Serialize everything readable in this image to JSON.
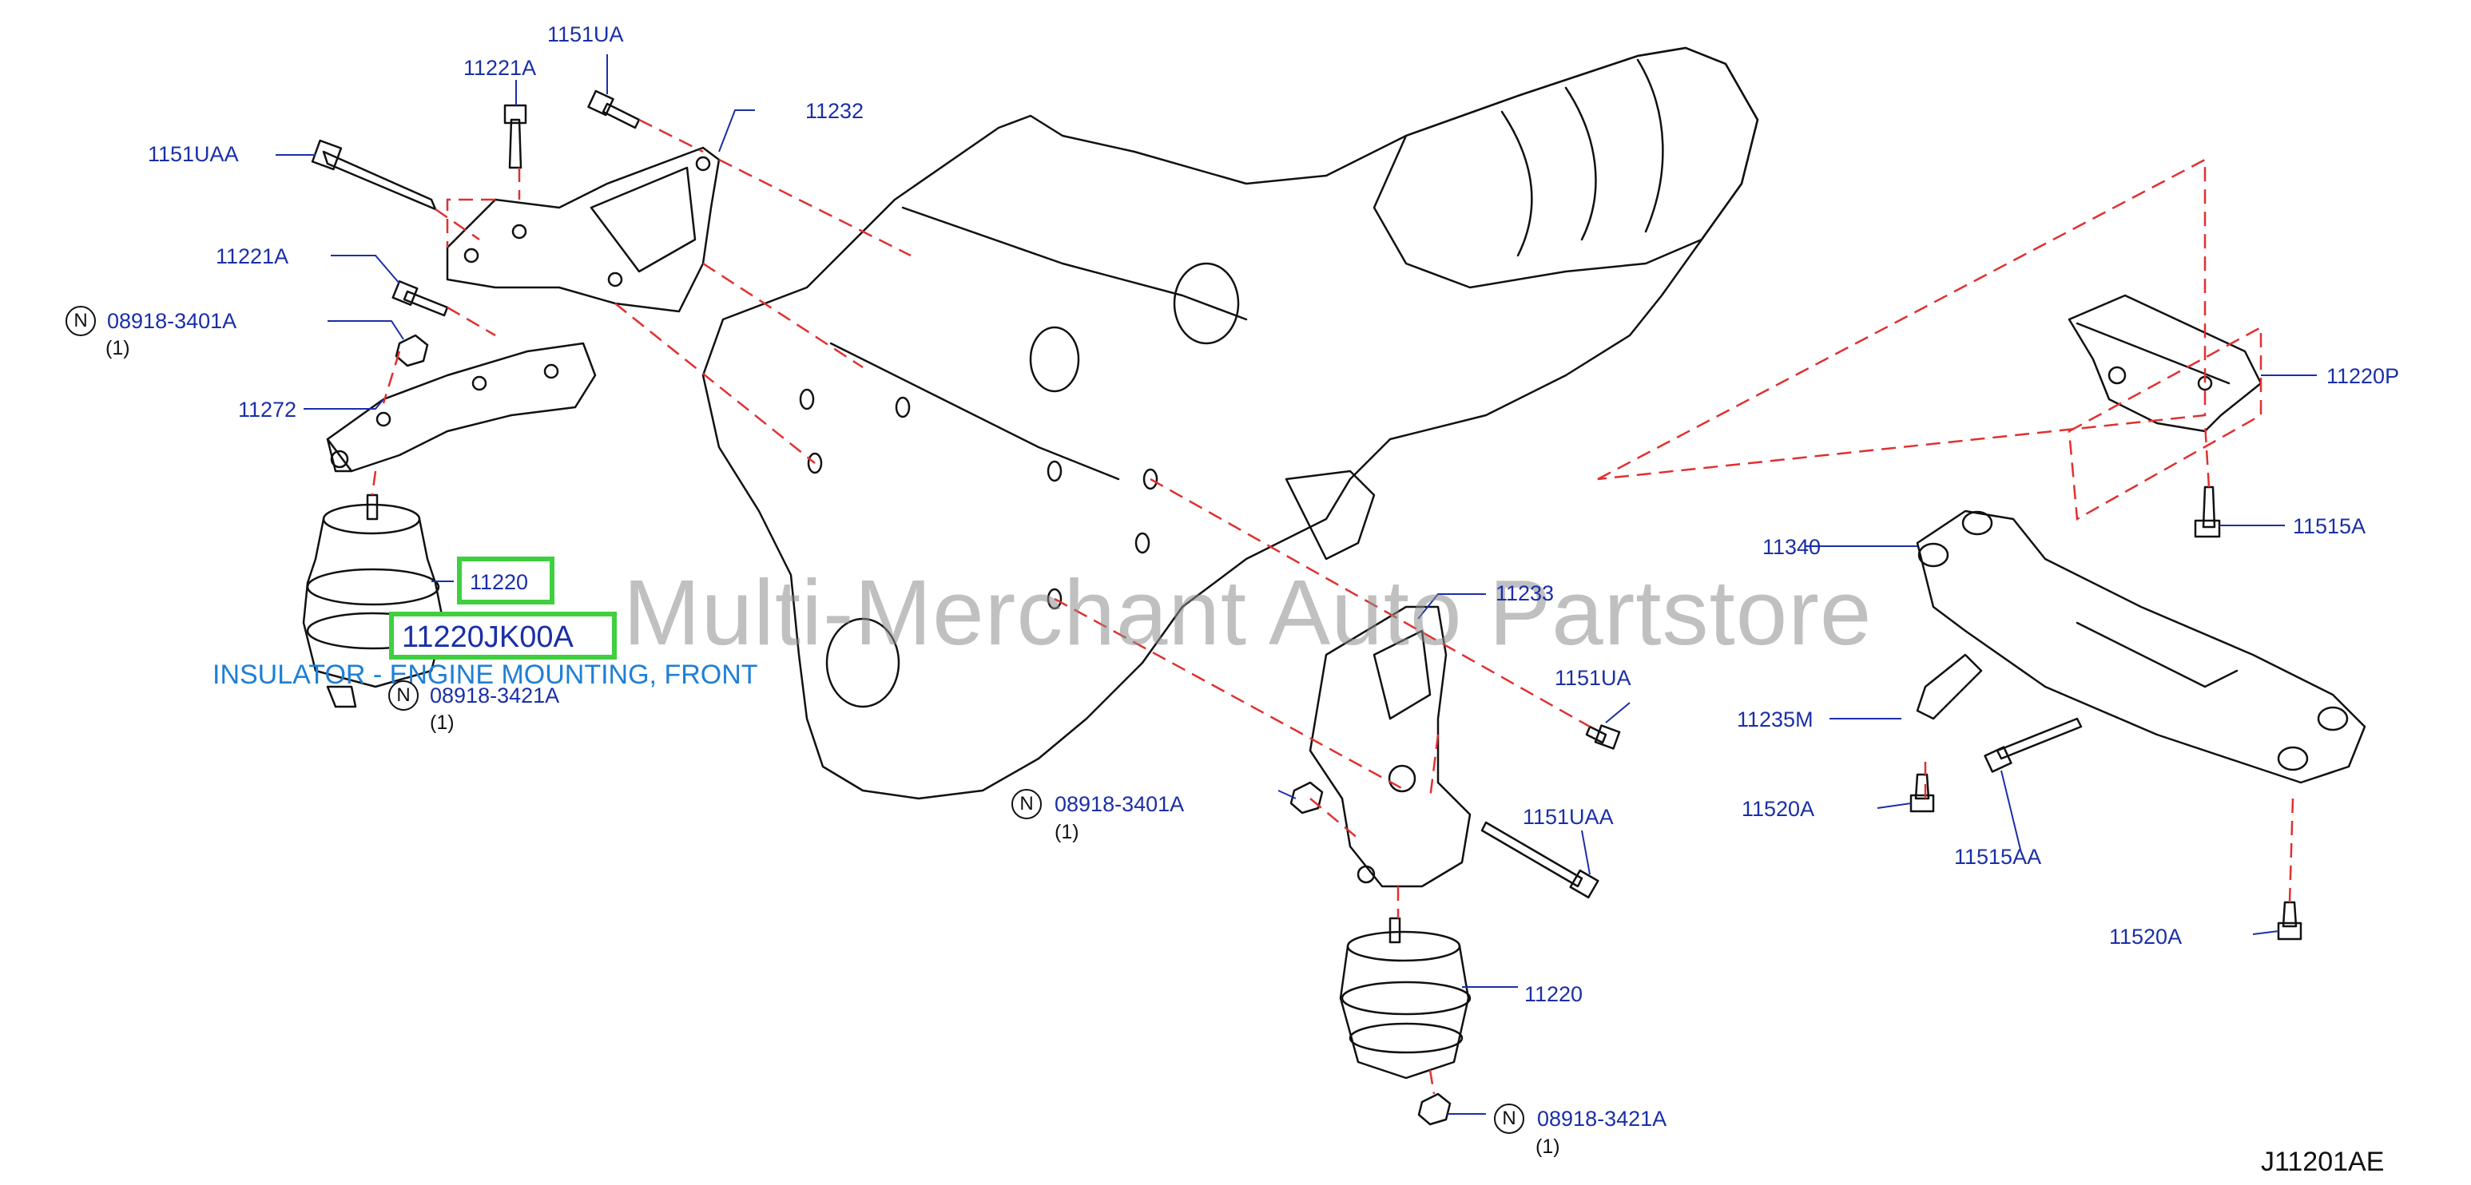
{
  "labels": [
    {
      "key": "p1151UA_top",
      "text": "1151UA"
    },
    {
      "key": "p11221A_top",
      "text": "11221A"
    },
    {
      "key": "p11232",
      "text": "11232"
    },
    {
      "key": "p1151UAA_left",
      "text": "1151UAA"
    },
    {
      "key": "p11221A_left",
      "text": "11221A"
    },
    {
      "key": "p08918_3401A_left",
      "text": "08918-3401A"
    },
    {
      "key": "p11272",
      "text": "11272"
    },
    {
      "key": "p08918_3421A_left",
      "text": "08918-3421A"
    },
    {
      "key": "p11233",
      "text": "11233"
    },
    {
      "key": "p1151UA_mid",
      "text": "1151UA"
    },
    {
      "key": "p08918_3401A_mid",
      "text": "08918-3401A"
    },
    {
      "key": "p1151UAA_mid",
      "text": "1151UAA"
    },
    {
      "key": "p11220_right",
      "text": "11220"
    },
    {
      "key": "p08918_3421A_bottom",
      "text": "08918-3421A"
    },
    {
      "key": "p11220P",
      "text": "11220P"
    },
    {
      "key": "p11515A",
      "text": "11515A"
    },
    {
      "key": "p11340",
      "text": "11340"
    },
    {
      "key": "p11235M",
      "text": "11235M"
    },
    {
      "key": "p11520A_left",
      "text": "11520A"
    },
    {
      "key": "p11515AA",
      "text": "11515AA"
    },
    {
      "key": "p11520A_bottom",
      "text": "11520A"
    }
  ],
  "quantities": [
    {
      "key": "q_left_3401",
      "text": "(1)"
    },
    {
      "key": "q_left_3421",
      "text": "(1)"
    },
    {
      "key": "q_mid_3401",
      "text": "(1)"
    },
    {
      "key": "q_bottom_3421",
      "text": "(1)"
    }
  ],
  "n_marker": "N",
  "highlight": {
    "part_label": "11220",
    "part_number": "11220JK00A",
    "description": "INSULATOR - ENGINE MOUNTING, FRONT"
  },
  "watermark": "Multi-Merchant Auto Partstore",
  "diagram_code": "J11201AE",
  "colors": {
    "label_blue": "#1a2fa8",
    "description_blue": "#1e7fd6",
    "highlight_green": "#3fcf3f",
    "dash_red": "#e03030",
    "line_black": "#111111"
  }
}
